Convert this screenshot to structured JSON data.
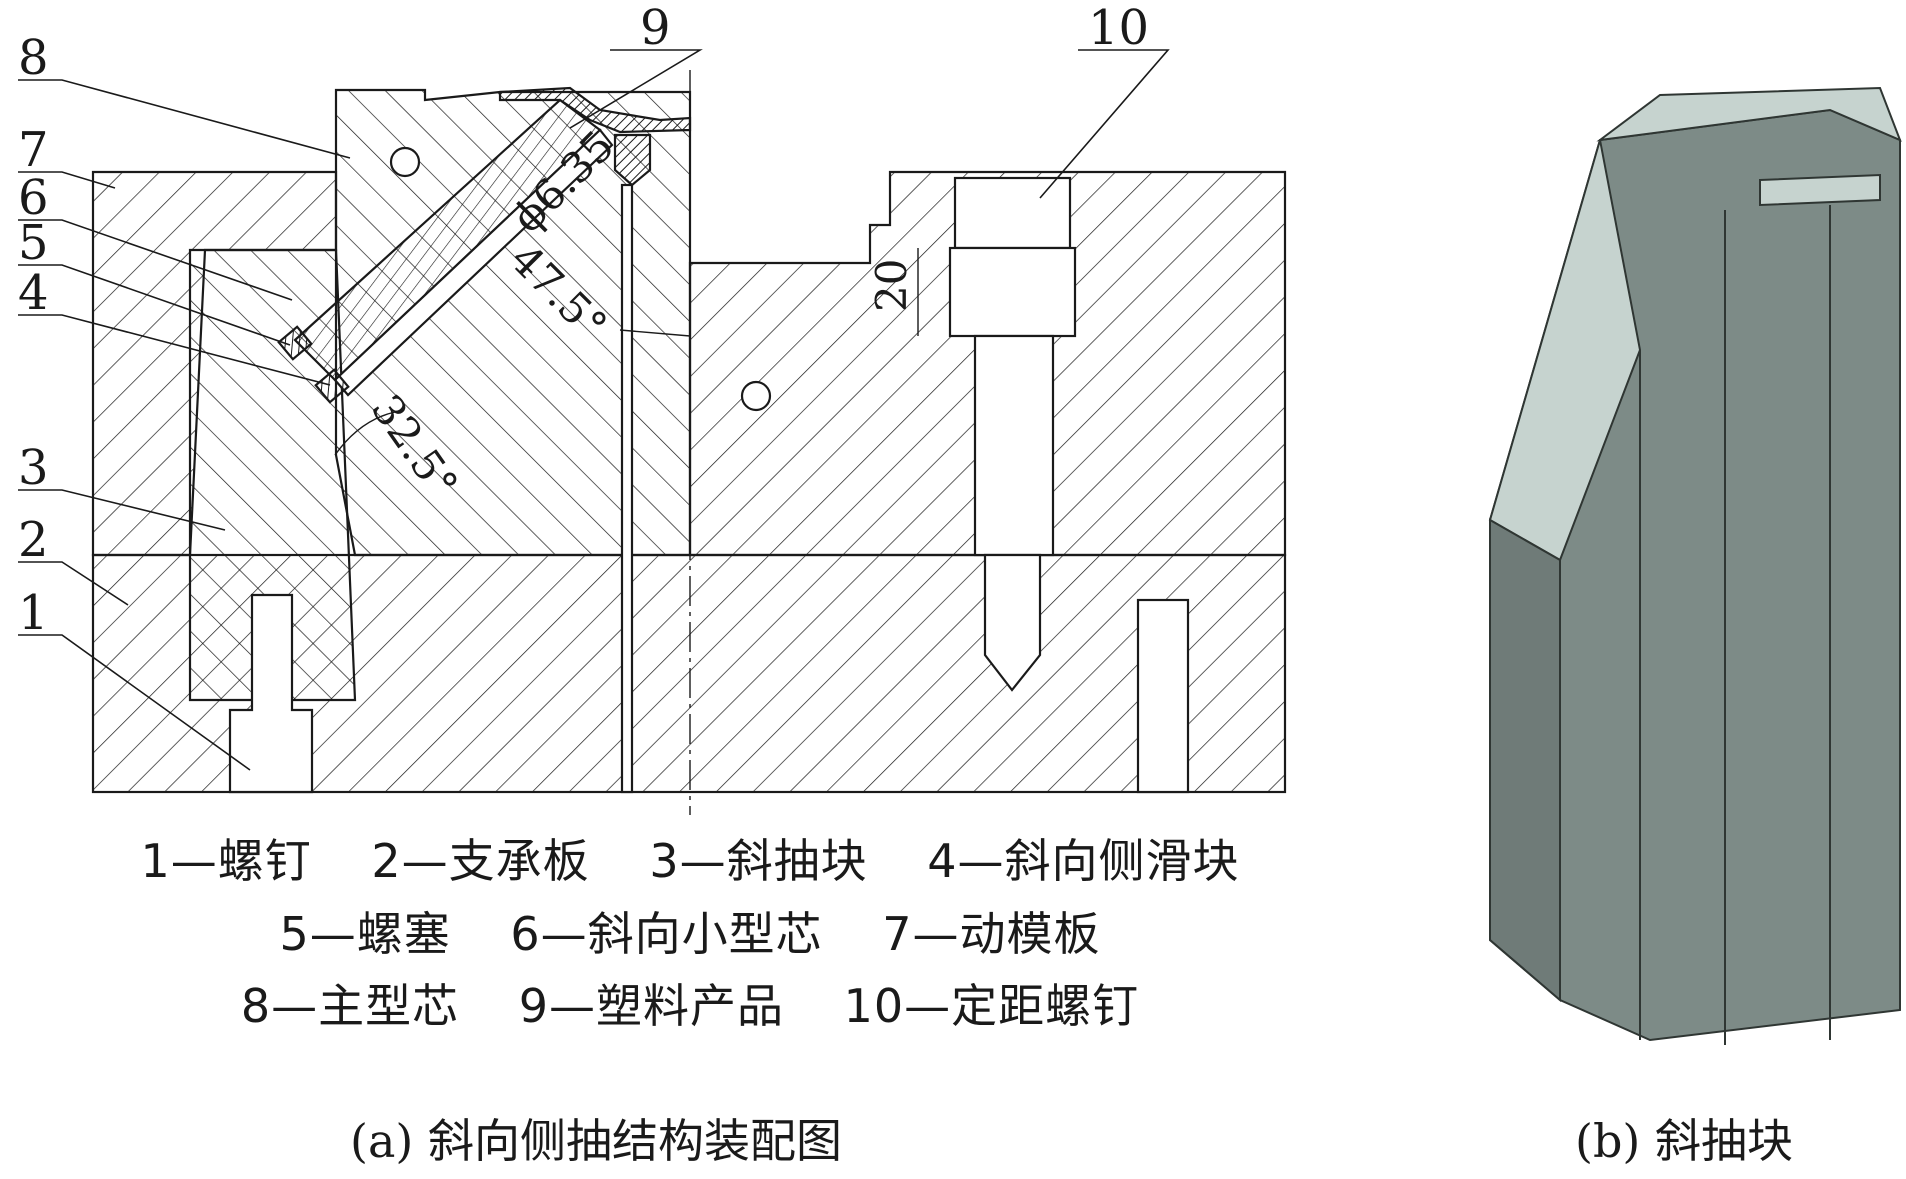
{
  "callouts": [
    "1",
    "2",
    "3",
    "4",
    "5",
    "6",
    "7",
    "8",
    "9",
    "10"
  ],
  "dimensions": {
    "dia": "ϕ6.35",
    "angle_upper": "47.5°",
    "angle_lower": "32.5°",
    "depth": "20"
  },
  "legend": [
    [
      "1—螺钉",
      "2—支承板",
      "3—斜抽块",
      "4—斜向侧滑块"
    ],
    [
      "5—螺塞",
      "6—斜向小型芯",
      "7—动模板"
    ],
    [
      "8—主型芯",
      "9—塑料产品",
      "10—定距螺钉"
    ]
  ],
  "captions": {
    "a": "(a) 斜向侧抽结构装配图",
    "b": "(b) 斜抽块"
  },
  "colors": {
    "line": "#1a1a1a",
    "part_face": "#7d8b87",
    "part_side": "#6f7b78",
    "part_top": "#c6d3cf",
    "part_edge": "#2f3633"
  }
}
